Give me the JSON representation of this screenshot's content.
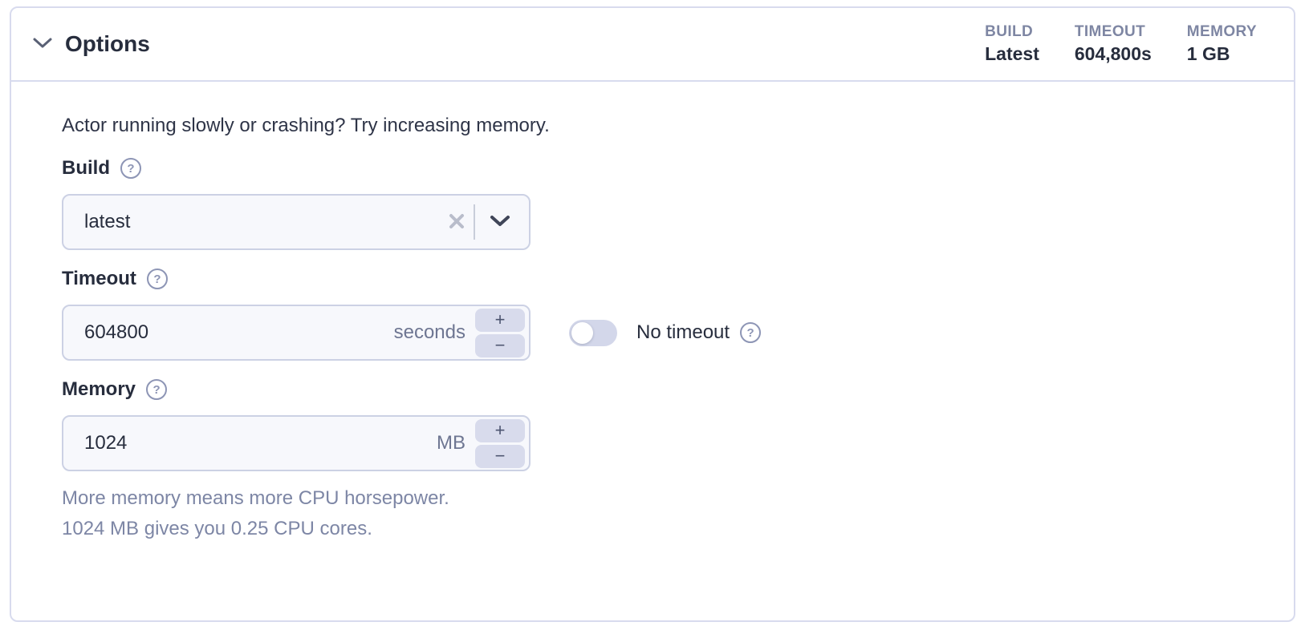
{
  "panel": {
    "header": {
      "title": "Options",
      "summary": [
        {
          "label": "BUILD",
          "value": "Latest"
        },
        {
          "label": "TIMEOUT",
          "value": "604,800s"
        },
        {
          "label": "MEMORY",
          "value": "1 GB"
        }
      ]
    },
    "body": {
      "intro": "Actor running slowly or crashing? Try increasing memory.",
      "build": {
        "label": "Build",
        "value": "latest"
      },
      "timeout": {
        "label": "Timeout",
        "value": "604800",
        "unit": "seconds",
        "no_timeout_label": "No timeout",
        "no_timeout_state": "off"
      },
      "memory": {
        "label": "Memory",
        "value": "1024",
        "unit": "MB"
      },
      "memory_helper": [
        "More memory means more CPU horsepower.",
        "1024 MB gives you 0.25 CPU cores."
      ]
    }
  },
  "icons": {
    "help": "?",
    "increment": "+",
    "decrement": "−"
  },
  "colors": {
    "panel_border": "#d8dbee",
    "text_dark": "#272d3d",
    "text_muted": "#7d86a5",
    "summary_label": "#7e86a3",
    "field_bg": "#f7f8fc",
    "field_border": "#ccd1e4",
    "stepper_bg": "#d8dbec",
    "toggle_track_off": "#d3d7ea",
    "help_icon": "#8d95b5"
  }
}
